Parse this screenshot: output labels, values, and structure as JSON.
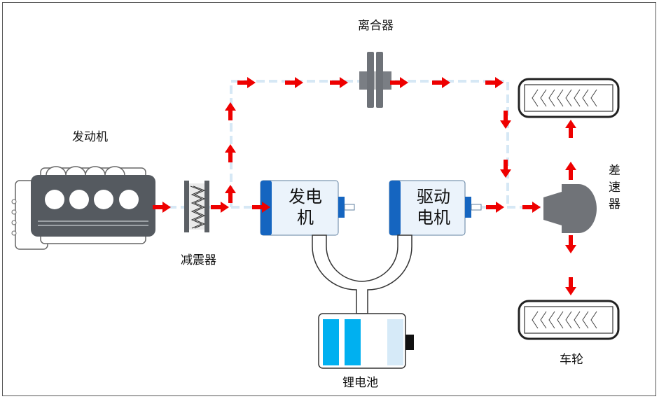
{
  "labels": {
    "engine": "发动机",
    "damper": "减震器",
    "clutch": "离合器",
    "generator_line1": "发电",
    "generator_line2": "机",
    "motor_line1": "驱动",
    "motor_line2": "电机",
    "battery": "锂电池",
    "differential_1": "差",
    "differential_2": "速",
    "differential_3": "器",
    "wheel": "车轮"
  },
  "colors": {
    "arrow": "#ee0000",
    "path_dash": "#d6e8f5",
    "engine_body": "#555a60",
    "motor_band": "#1565c0",
    "box_fill": "#ebf3fb",
    "battery_cell": "#00b0f0",
    "battery_empty": "#d6eaf8"
  }
}
